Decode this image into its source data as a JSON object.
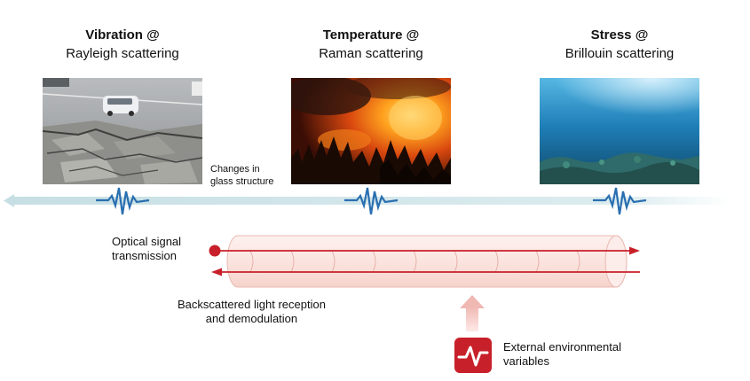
{
  "phenomena": [
    {
      "title": "Vibration @",
      "subtitle": "Rayleigh scattering",
      "photo": "earthquake-road-photo"
    },
    {
      "title": "Temperature @",
      "subtitle": "Raman scattering",
      "photo": "forest-fire-photo"
    },
    {
      "title": "Stress @",
      "subtitle": "Brillouin scattering",
      "photo": "underwater-photo"
    }
  ],
  "labels": {
    "glass_change": [
      "Changes in",
      "glass structure"
    ],
    "optical_signal": [
      "Optical signal",
      "transmission"
    ],
    "backscatter": [
      "Backscattered light reception",
      "and demodulation"
    ],
    "external": [
      "External environmental",
      "variables"
    ]
  },
  "colors": {
    "arrow_red": "#c8202a",
    "fiber_fill": "#fbe6e2",
    "fiber_edge": "#e8b4ac",
    "axis_band": "#d6e8ec",
    "wave_blue": "#2a6fb0",
    "up_arrow": "#f3c4c0"
  }
}
